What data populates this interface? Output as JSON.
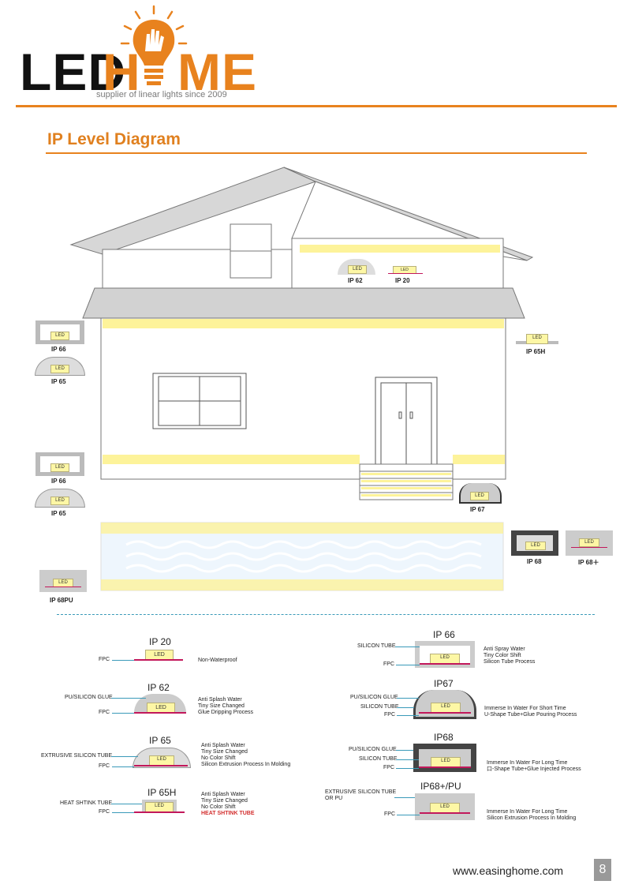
{
  "brand": {
    "led": "LED",
    "h": "H",
    "me": "ME",
    "tagline": "supplier of linear lights since 2009",
    "accent": "#e8821e",
    "dark": "#111111"
  },
  "title": "IP Level Diagram",
  "house_labels": {
    "ip62": "IP 62",
    "ip20": "IP 20",
    "ip66a": "IP 66",
    "ip65a": "IP 65",
    "ip65h": "IP 65H",
    "ip66b": "IP 66",
    "ip65b": "IP 65",
    "ip67": "IP 67",
    "ip68": "IP 68",
    "ip68plus": "IP 68＋",
    "ip68pu": "IP 68PU",
    "led": "LED"
  },
  "legend": {
    "ip20": {
      "title": "IP 20",
      "fpc": "FPC",
      "desc": "Non-Waterproof"
    },
    "ip62": {
      "title": "IP 62",
      "top": "PU/SILICON GLUE",
      "fpc": "FPC",
      "desc": "Anti Splash Water\nTiny Size Changed\nGlue Dripping Process"
    },
    "ip65": {
      "title": "IP 65",
      "top": "EXTRUSIVE SILICON TUBE",
      "fpc": "FPC",
      "desc": "Anti Splash Water\nTiny Size Changed\nNo Color Shift\nSilicon Extrusion Process In Molding"
    },
    "ip65h": {
      "title": "IP 65H",
      "top": "HEAT SHTINK TUBE",
      "fpc": "FPC",
      "desc": "Anti Splash Water\nTiny Size Changed\nNo Color Shift",
      "desc_red": "HEAT SHTINK TUBE"
    },
    "ip66": {
      "title": "IP 66",
      "top": "SILICON TUBE",
      "fpc": "FPC",
      "desc": "Anti Spray Water\nTiny Color Shift\nSilicon Tube Process"
    },
    "ip67": {
      "title": "IP67",
      "top": "PU/SILICON GLUE",
      "mid": "SILICON TUBE",
      "fpc": "FPC",
      "desc": "Immerse In Water For Short Time\nU-Shape Tube+Glue Pouring Process"
    },
    "ip68": {
      "title": "IP68",
      "top": "PU/SILICON GLUE",
      "mid": "SILICON TUBE",
      "fpc": "FPC",
      "desc": "Immerse In Water For Long Time\n口-Shape Tube+Glue Injected Process"
    },
    "ip68pu": {
      "title": "IP68+/PU",
      "top": "EXTRUSIVE SILICON TUBE\nOR PU",
      "fpc": "FPC",
      "desc": "Immerse In Water For Long Time\nSilicon Extrusion Process In Molding"
    }
  },
  "footer": {
    "url": "www.easinghome.com",
    "page": "8"
  }
}
